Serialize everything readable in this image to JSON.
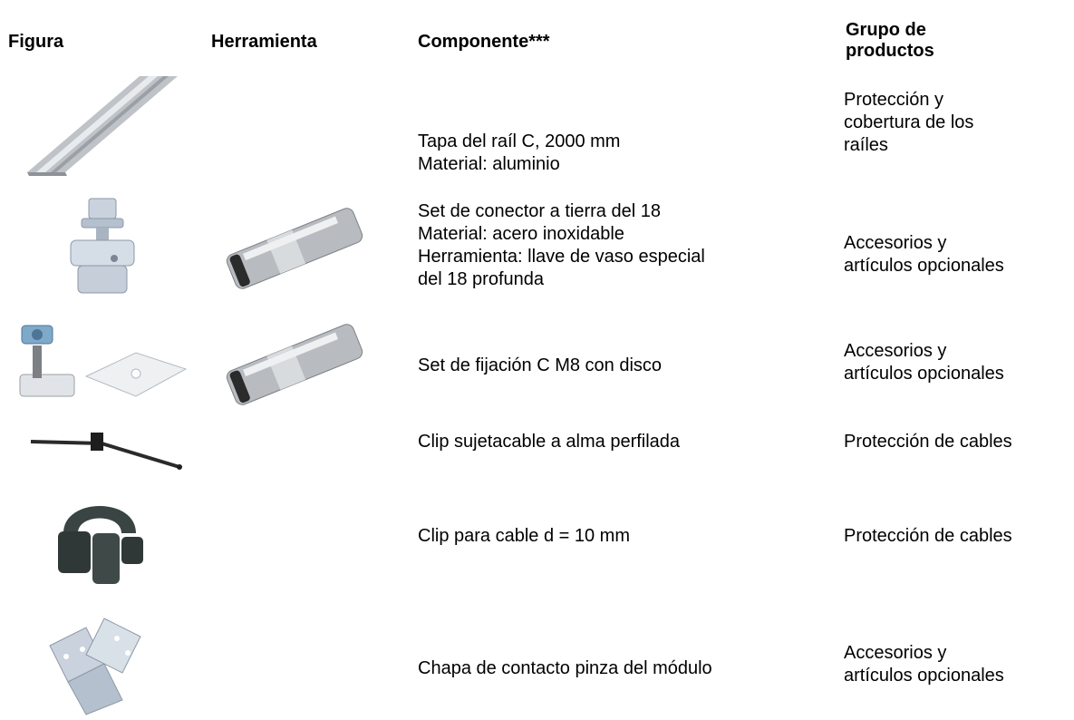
{
  "headers": {
    "figura": "Figura",
    "herramienta": "Herramienta",
    "componente": "Componente***",
    "grupo_line1": "Grupo de",
    "grupo_line2": "productos"
  },
  "rows": [
    {
      "figure_icon": "c-rail-cover-icon",
      "tool_icon": "",
      "component_lines": [
        "Tapa del raíl C, 2000 mm",
        "Material: aluminio"
      ],
      "group_lines": [
        "Protección y",
        "cobertura de los",
        "raíles"
      ]
    },
    {
      "figure_icon": "earth-connector-set-icon",
      "tool_icon": "deep-socket-wrench-icon",
      "component_lines": [
        "Set de conector a tierra del 18",
        "Material: acero inoxidable",
        "Herramienta: llave de vaso especial",
        "del 18 profunda"
      ],
      "group_lines": [
        "Accesorios y",
        "artículos opcionales"
      ]
    },
    {
      "figure_icon": "fixing-set-with-disc-icon",
      "tool_icon": "deep-socket-wrench-icon",
      "component_lines": [
        "Set de fijación C M8 con disco"
      ],
      "group_lines": [
        "Accesorios y",
        "artículos opcionales"
      ]
    },
    {
      "figure_icon": "cable-tie-clip-icon",
      "tool_icon": "",
      "component_lines": [
        "Clip sujetacable a alma perfilada"
      ],
      "group_lines": [
        "Protección de cables"
      ]
    },
    {
      "figure_icon": "cable-clip-icon",
      "tool_icon": "",
      "component_lines": [
        "Clip para cable d = 10 mm"
      ],
      "group_lines": [
        "Protección de cables"
      ]
    },
    {
      "figure_icon": "module-clamp-contact-plate-icon",
      "tool_icon": "",
      "component_lines": [
        "Chapa de contacto pinza del módulo"
      ],
      "group_lines": [
        "Accesorios y",
        "artículos opcionales"
      ]
    }
  ]
}
